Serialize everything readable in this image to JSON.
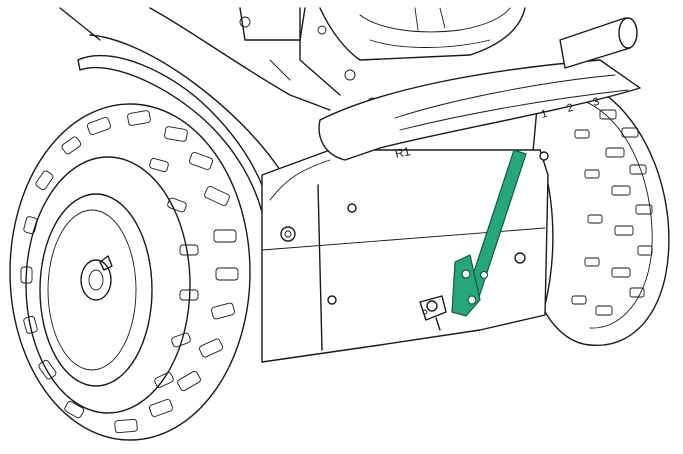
{
  "labels": {
    "model": "R1",
    "positions": [
      "1",
      "2",
      "3"
    ]
  },
  "colors": {
    "line": "#1a1a1a",
    "highlight_fill": "#25a77a",
    "highlight_stroke": "#0e5c41"
  }
}
